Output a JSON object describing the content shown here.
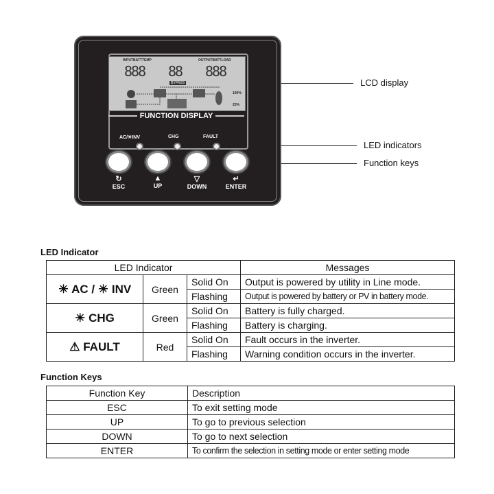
{
  "panel": {
    "lcd_labels": {
      "input": "INPUTBATTTEMP",
      "output": "OUTPUTBATTLOAD",
      "bypass": "BYPASS",
      "digits_left": "888",
      "digits_mid": "88",
      "digits_right": "888",
      "pct_high": "100%",
      "pct_low": "25%"
    },
    "function_display": "FUNCTION DISPLAY",
    "leds": [
      {
        "label": "AC/☀INV"
      },
      {
        "label": "CHG"
      },
      {
        "label": "FAULT"
      }
    ],
    "buttons": [
      {
        "label": "ESC",
        "icon": "↻"
      },
      {
        "label": "UP",
        "icon": "▲"
      },
      {
        "label": "DOWN",
        "icon": "▽"
      },
      {
        "label": "ENTER",
        "icon": "↵"
      }
    ]
  },
  "callouts": {
    "lcd": "LCD display",
    "led": "LED indicators",
    "keys": "Function keys"
  },
  "led_section": {
    "title": "LED Indicator",
    "headers": {
      "indicator": "LED Indicator",
      "messages": "Messages"
    },
    "rows": [
      {
        "name": "AC / ☀ INV",
        "color": "Green",
        "solid": "Solid On",
        "solid_msg": "Output is powered by utility in Line mode.",
        "flash": "Flashing",
        "flash_msg": "Output is powered by battery or PV in battery mode."
      },
      {
        "name": "CHG",
        "color": "Green",
        "solid": "Solid On",
        "solid_msg": "Battery is fully charged.",
        "flash": "Flashing",
        "flash_msg": "Battery is charging."
      },
      {
        "name": "FAULT",
        "color": "Red",
        "solid": "Solid On",
        "solid_msg": "Fault occurs in the inverter.",
        "flash": "Flashing",
        "flash_msg": "Warning condition occurs in the inverter."
      }
    ]
  },
  "keys_section": {
    "title": "Function Keys",
    "headers": {
      "key": "Function Key",
      "desc": "Description"
    },
    "rows": [
      {
        "key": "ESC",
        "desc": "To exit setting mode"
      },
      {
        "key": "UP",
        "desc": "To go to previous selection"
      },
      {
        "key": "DOWN",
        "desc": "To go to next selection"
      },
      {
        "key": "ENTER",
        "desc": "To confirm the selection in setting mode or enter setting mode"
      }
    ]
  }
}
